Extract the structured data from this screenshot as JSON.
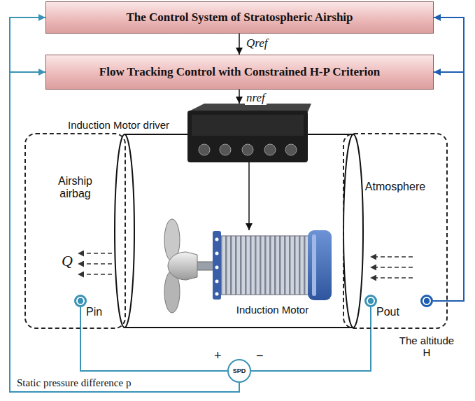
{
  "diagram": {
    "nodes": [
      {
        "text": [
          "The Control System of  Stratospheric Airship"
        ]
      },
      {
        "text": [
          "Flow Tracking Control with Constrained H-P Criterion"
        ]
      },
      {
        "text": [
          "Induction Motor driver"
        ]
      },
      {
        "text": [
          "Airship airbag"
        ]
      },
      {
        "text": [
          "Pin"
        ],
        "in": 3
      },
      {
        "text": [
          "Induction Motor"
        ]
      },
      {
        "text": [
          "Atmosphere"
        ]
      },
      {
        "text": [
          "Pout"
        ],
        "in": 6
      },
      {
        "text": [
          "The altitude H"
        ],
        "in": 6
      },
      {
        "text": [
          "SPD"
        ]
      }
    ],
    "edges": [
      {
        "from": 0,
        "to": 1,
        "label": "Qref",
        "arrow": "to"
      },
      {
        "from": 1,
        "to": 2,
        "label": "nref",
        "arrow": "to"
      },
      {
        "from": 2,
        "to": 5,
        "arrow": "to"
      },
      {
        "from": 4,
        "to": 9,
        "arrow": "none"
      },
      {
        "from": 7,
        "to": 9,
        "arrow": "none"
      },
      {
        "from": 9,
        "to": 0,
        "arrow": "to"
      },
      {
        "from": 9,
        "to": 1,
        "arrow": "to"
      },
      {
        "from": 8,
        "to": 0,
        "arrow": "to"
      },
      {
        "from": 8,
        "to": 1,
        "arrow": "to"
      }
    ],
    "labels": [
      "Q",
      "+",
      "−",
      "Static pressure difference p"
    ]
  }
}
